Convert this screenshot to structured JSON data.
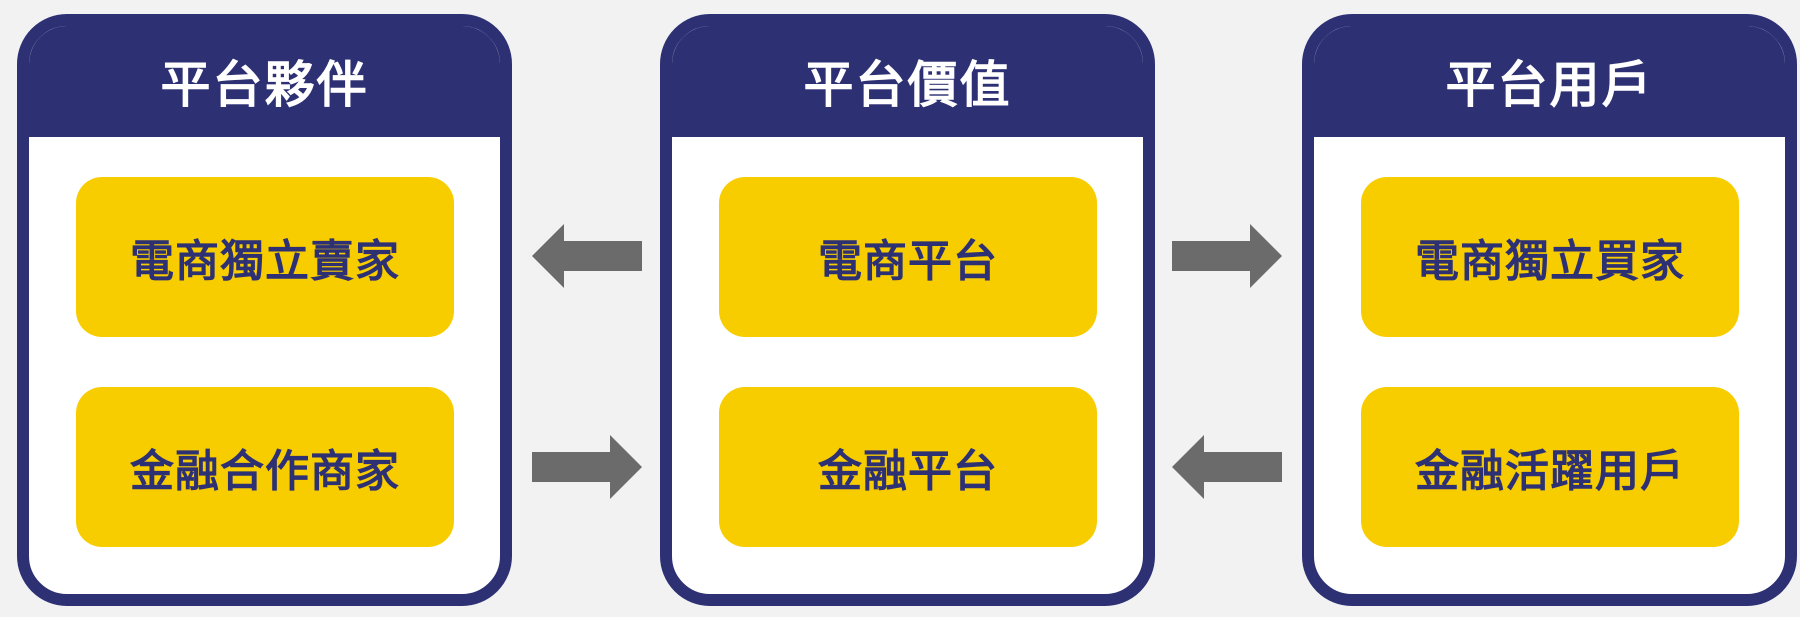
{
  "panels": {
    "partners": {
      "title": "平台夥伴",
      "items": [
        "電商獨立賣家",
        "金融合作商家"
      ]
    },
    "value": {
      "title": "平台價值",
      "items": [
        "電商平台",
        "金融平台"
      ]
    },
    "users": {
      "title": "平台用戶",
      "items": [
        "電商獨立買家",
        "金融活躍用戶"
      ]
    }
  },
  "colors": {
    "navy": "#2d3174",
    "yellow": "#f8cd00",
    "arrow_gray": "#6b6b6b",
    "background": "#f2f2f2"
  },
  "arrows": [
    {
      "from": "value.items.0",
      "to": "partners.items.0",
      "direction": "left"
    },
    {
      "from": "partners.items.1",
      "to": "value.items.1",
      "direction": "right"
    },
    {
      "from": "value.items.0",
      "to": "users.items.0",
      "direction": "right"
    },
    {
      "from": "users.items.1",
      "to": "value.items.1",
      "direction": "left"
    }
  ]
}
